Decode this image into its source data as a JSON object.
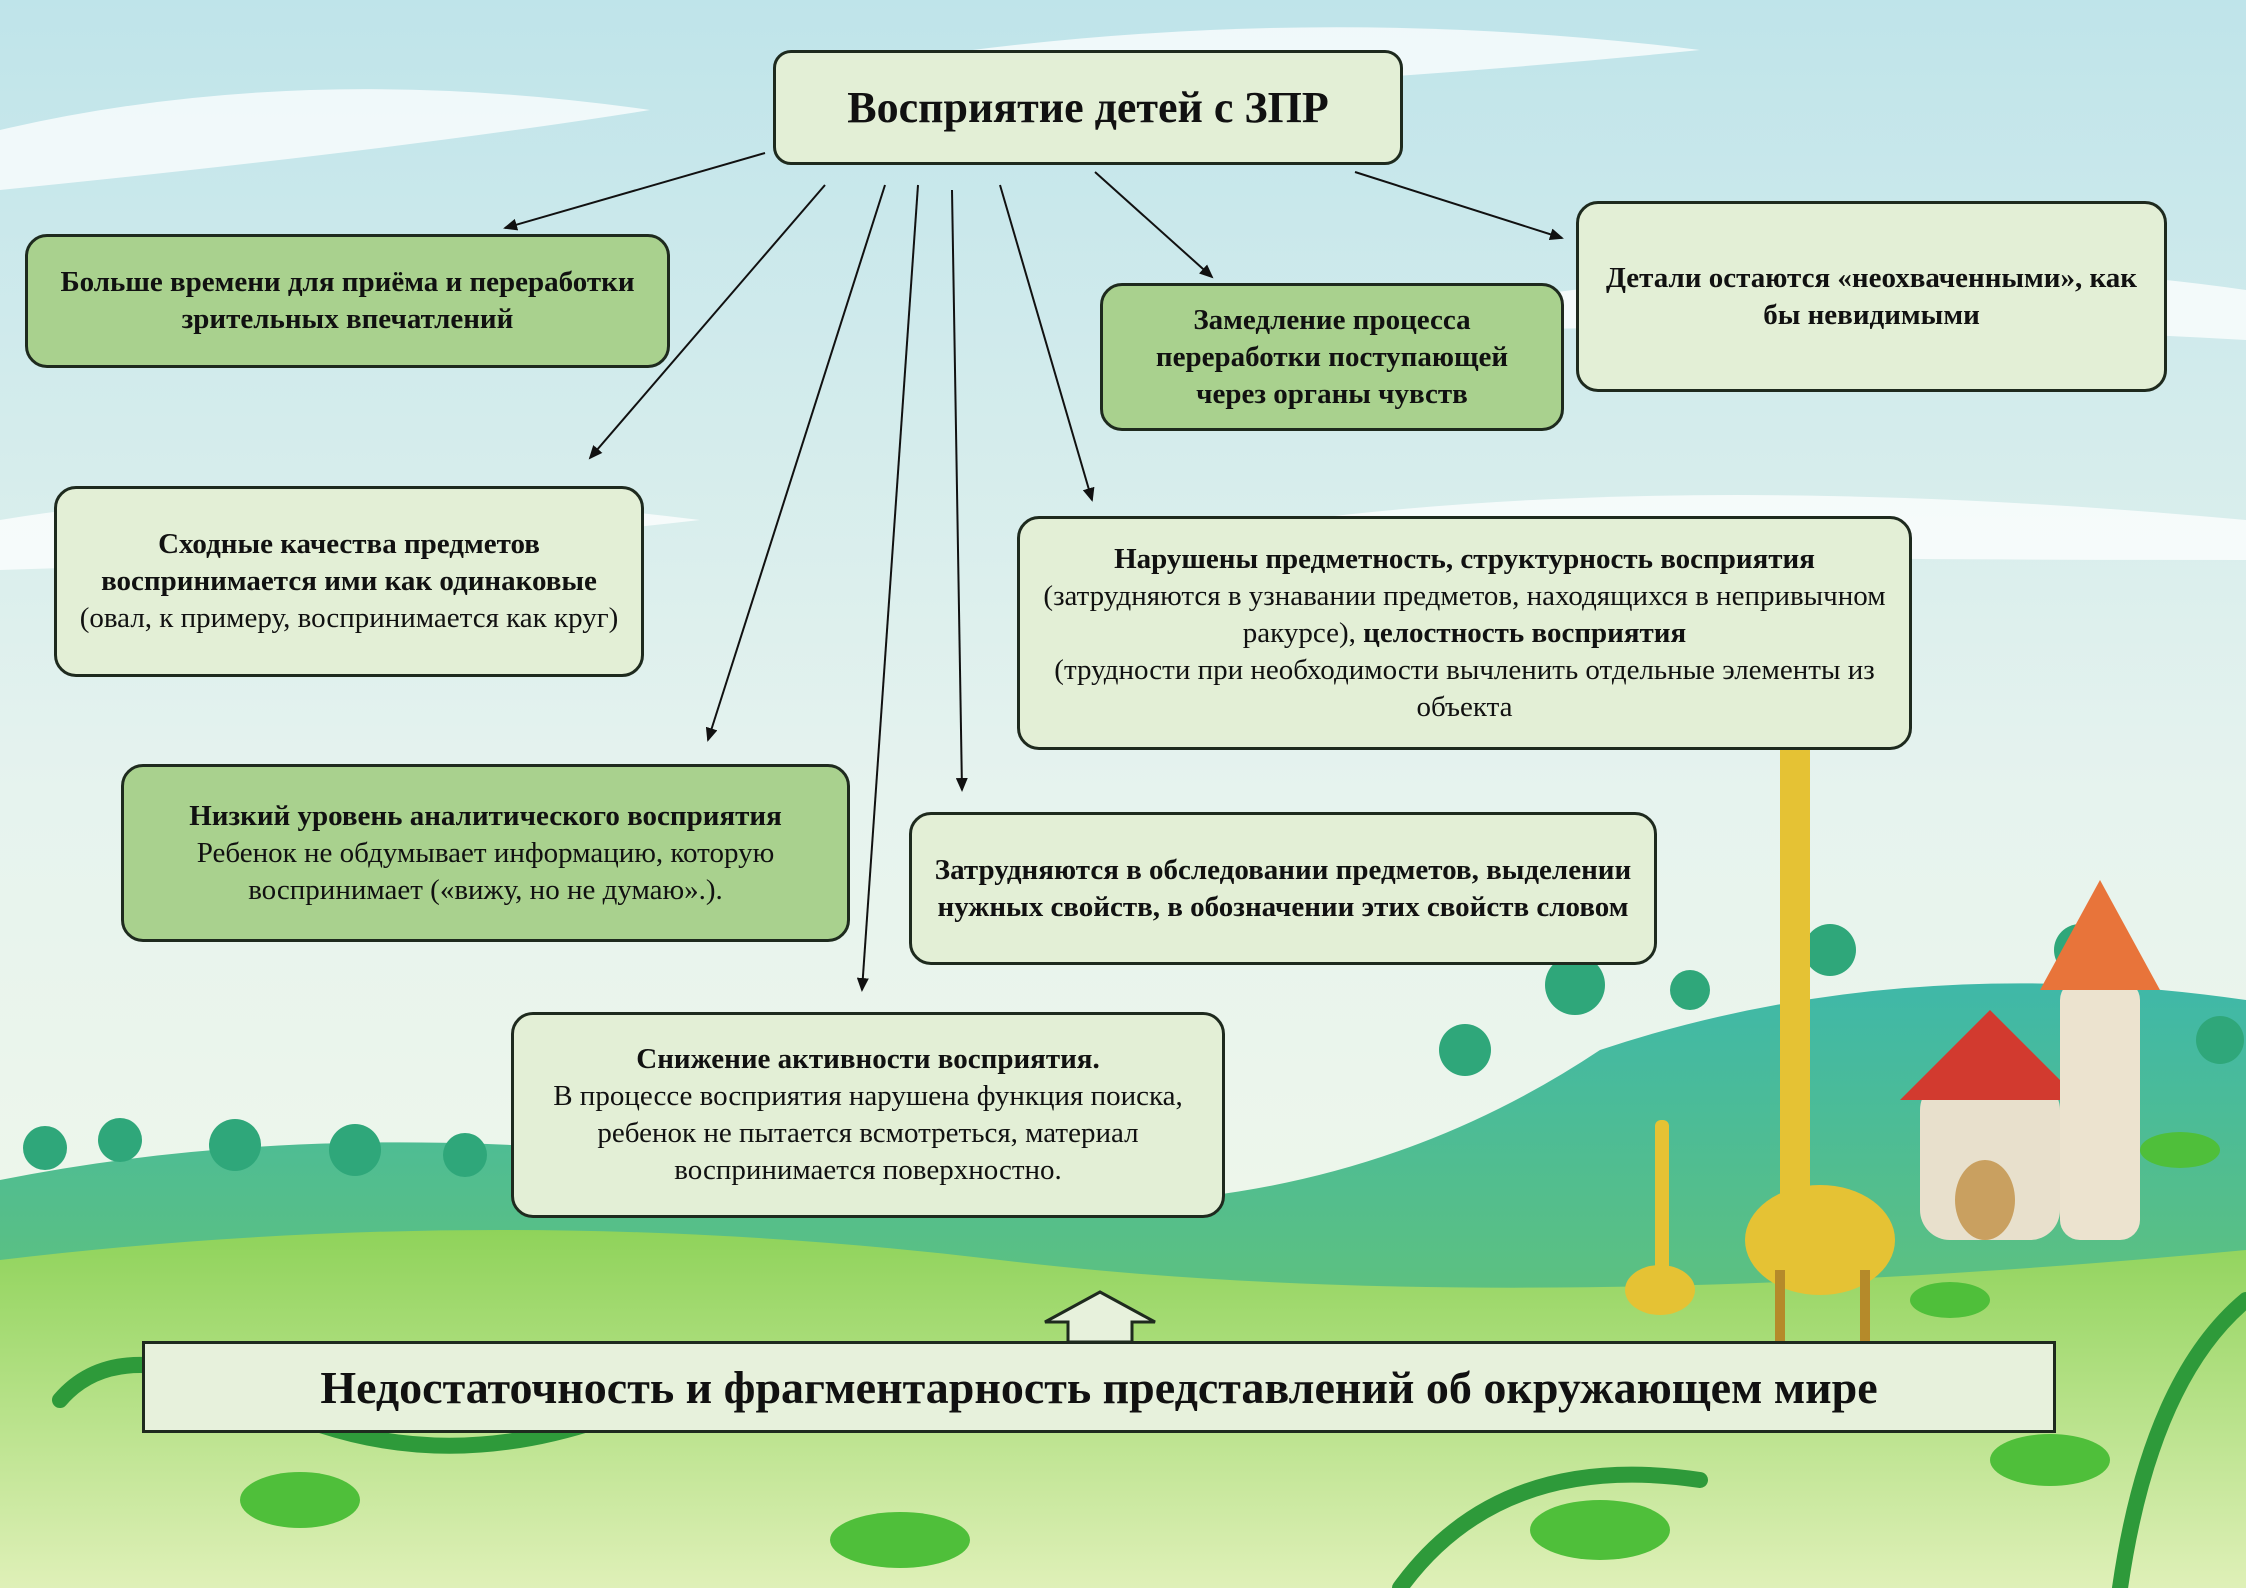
{
  "title": "Восприятие детей с ЗПР",
  "boxes": {
    "time": "Больше времени для приёма и переработки зрительных впечатлений",
    "slowdown": "Замедление процесса переработки поступающей через органы чувств",
    "details": "Детали остаются «неохваченными», как бы невидимыми",
    "similar": {
      "bold": "Сходные качества предметов воспринимается ими как одинаковые",
      "normal": " (овал, к примеру, воспринимается как круг)"
    },
    "objectivity": {
      "bold1": "Нарушены предметность, структурность восприятия",
      "normal1": "(затрудняются в узнавании предметов, находящихся в непривычном ракурсе), ",
      "bold2": "целостность восприятия",
      "normal2": "(трудности при необходимости вычленить отдельные элементы из объекта"
    },
    "analytic": {
      "bold": "Низкий уровень аналитического восприятия",
      "normal": "Ребенок не обдумывает информацию, которую воспринимает («вижу, но не думаю».)."
    },
    "examination": "Затрудняются в обследовании предметов, выделении нужных свойств, в обозначении этих свойств словом",
    "activity": {
      "bold": "Снижение активности восприятия.",
      "normal": "В процессе восприятия нарушена функция поиска, ребенок не пытается всмотреться, материал воспринимается поверхностно."
    }
  },
  "conclusion": "Недостаточность и фрагментарность представлений об окружающем мире"
}
